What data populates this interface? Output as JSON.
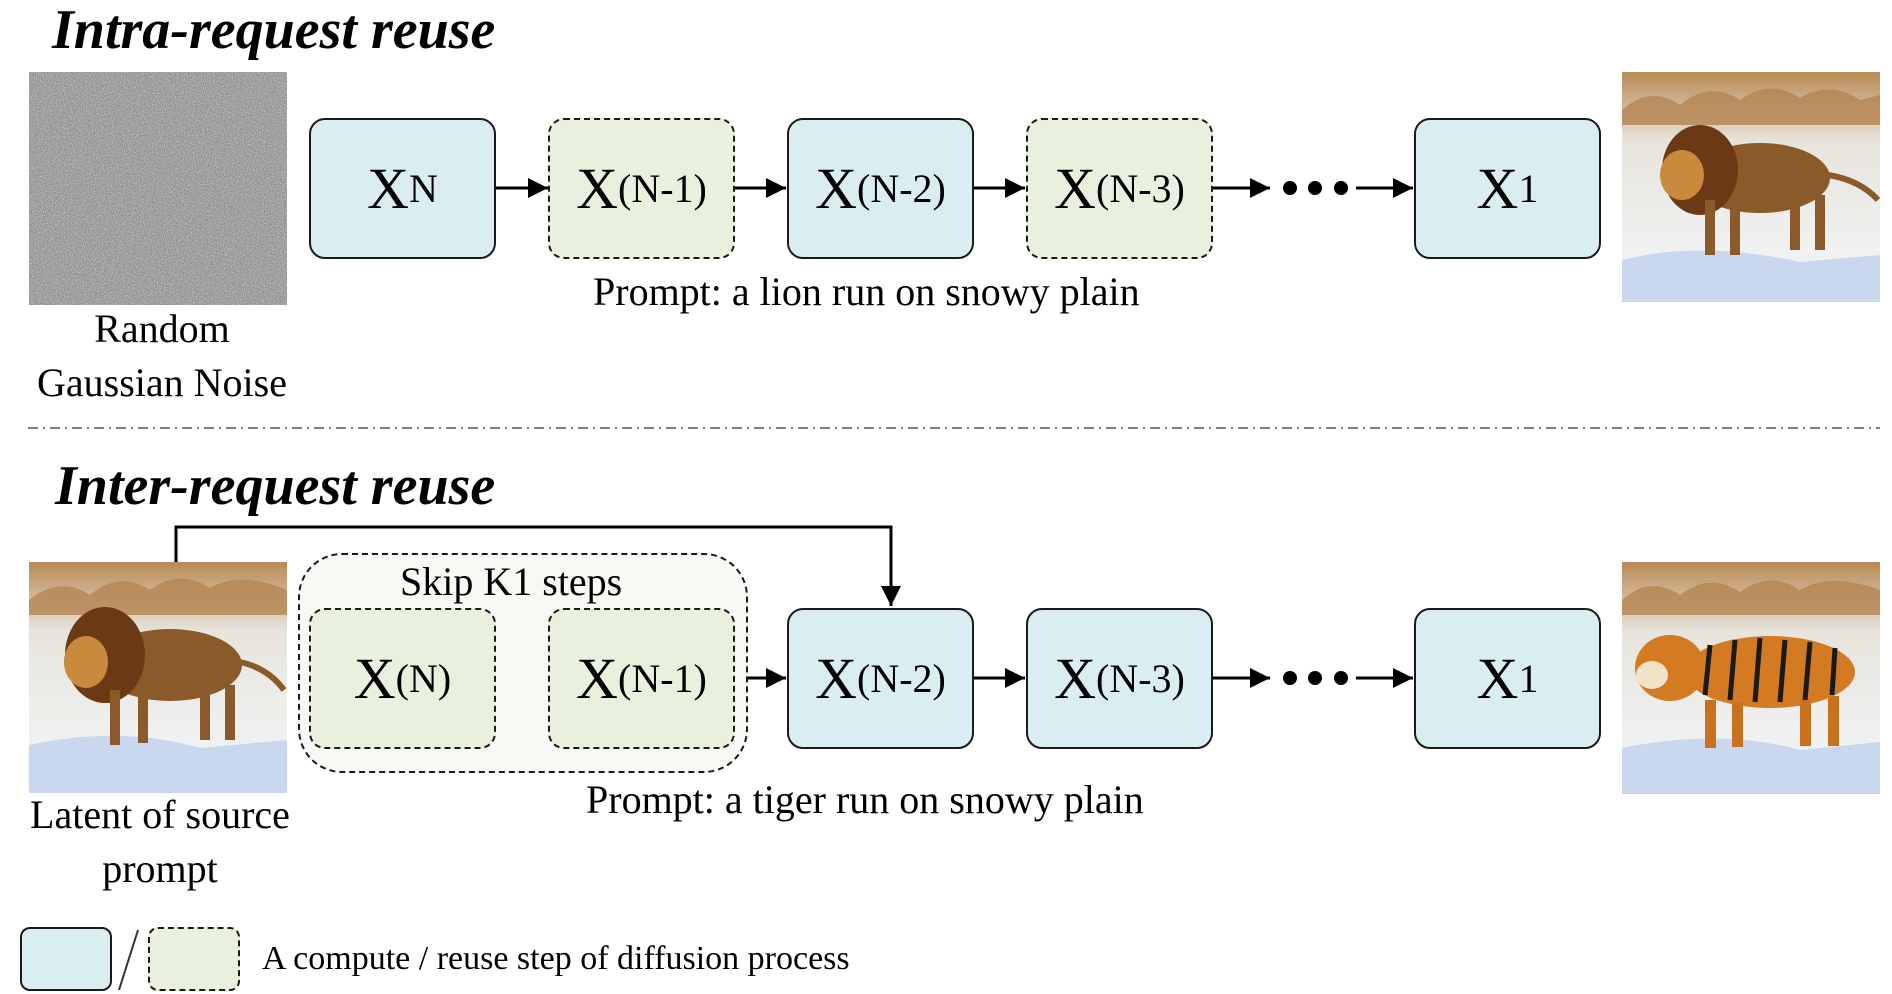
{
  "intra": {
    "title": "Intra-request reuse",
    "noise_caption_line1": "Random",
    "noise_caption_line2": "Gaussian Noise",
    "prompt": "Prompt: a lion run on snowy plain",
    "steps": [
      {
        "main": "X",
        "sub": "N",
        "kind": "compute"
      },
      {
        "main": "X",
        "sub": "(N-1)",
        "kind": "reuse"
      },
      {
        "main": "X",
        "sub": "(N-2)",
        "kind": "compute"
      },
      {
        "main": "X",
        "sub": "(N-3)",
        "kind": "reuse"
      },
      {
        "main": "X",
        "sub": "1",
        "kind": "compute"
      }
    ],
    "output_image": "lion-snow-image"
  },
  "inter": {
    "title": "Inter-request reuse",
    "skip_label": "Skip K1 steps",
    "latent_caption_line1": "Latent of source",
    "latent_caption_line2": "prompt",
    "prompt": "Prompt: a tiger run on snowy plain",
    "steps": [
      {
        "main": "X",
        "sub": "(N)",
        "kind": "reuse"
      },
      {
        "main": "X",
        "sub": "(N-1)",
        "kind": "reuse"
      },
      {
        "main": "X",
        "sub": "(N-2)",
        "kind": "compute"
      },
      {
        "main": "X",
        "sub": "(N-3)",
        "kind": "compute"
      },
      {
        "main": "X",
        "sub": "1",
        "kind": "compute"
      }
    ],
    "source_image": "lion-snow-image",
    "output_image": "tiger-snow-image"
  },
  "legend": {
    "text": "A compute / reuse step of diffusion process"
  },
  "colors": {
    "compute_fill": "#daeef2",
    "reuse_fill": "#eaf0de",
    "stroke": "#1a1a1a"
  }
}
